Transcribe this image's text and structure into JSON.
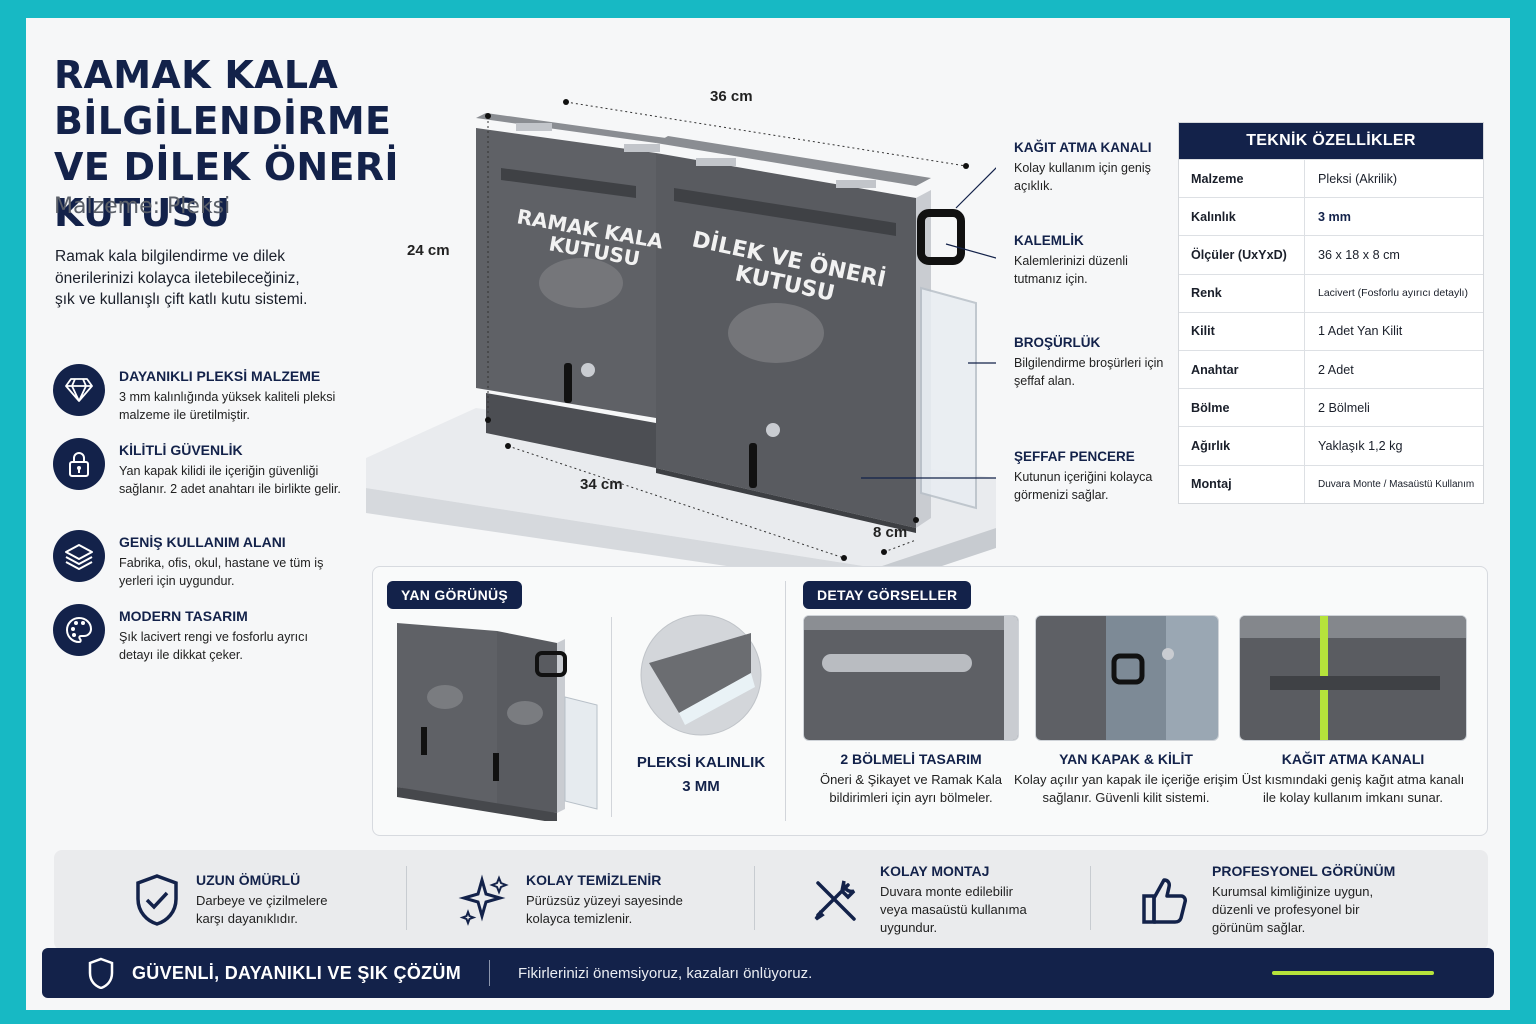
{
  "title": "RAMAK KALA BİLGİLENDİRME VE DİLEK ÖNERİ KUTUSU",
  "material_line": "Malzeme: Pleksi",
  "intro": "Ramak kala bilgilendirme ve dilek önerilerinizi kolayca iletebileceğiniz, şık ve kullanışlı çift katlı kutu sistemi.",
  "features": [
    {
      "icon": "diamond-icon",
      "title": "DAYANIKLI PLEKSİ MALZEME",
      "text": "3 mm kalınlığında yüksek kaliteli pleksi malzeme ile üretilmiştir."
    },
    {
      "icon": "lock-icon",
      "title": "KİLİTLİ GÜVENLİK",
      "text": "Yan kapak kilidi ile içeriğin güvenliği sağlanır. 2 adet anahtarı ile birlikte gelir."
    },
    {
      "icon": "layers-icon",
      "title": "GENİŞ KULLANIM ALANI",
      "text": "Fabrika, ofis, okul, hastane ve tüm iş yerleri için uygundur."
    },
    {
      "icon": "palette-icon",
      "title": "MODERN TASARIM",
      "text": "Şık lacivert rengi ve fosforlu ayrıcı detayı ile dikkat çeker."
    }
  ],
  "product": {
    "left_label_line1": "RAMAK KALA",
    "left_label_line2": "KUTUSU",
    "right_label_line1": "DİLEK VE ÖNERİ",
    "right_label_line2": "KUTUSU",
    "dim_width": "36 cm",
    "dim_height": "24 cm",
    "dim_base": "34 cm",
    "dim_depth": "8 cm"
  },
  "callouts": [
    {
      "title": "KAĞIT ATMA KANALI",
      "text": "Kolay kullanım için geniş açıklık."
    },
    {
      "title": "KALEMLİK",
      "text": "Kalemlerinizi düzenli tutmanız için."
    },
    {
      "title": "BROŞÜRLÜK",
      "text": "Bilgilendirme broşürleri için şeffaf alan."
    },
    {
      "title": "ŞEFFAF PENCERE",
      "text": "Kutunun içeriğini kolayca görmenizi sağlar."
    }
  ],
  "spec": {
    "header": "TEKNİK ÖZELLİKLER",
    "rows": [
      {
        "k": "Malzeme",
        "v": "Pleksi (Akrilik)"
      },
      {
        "k": "Kalınlık",
        "v": "3 mm"
      },
      {
        "k": "Ölçüler (UxYxD)",
        "v": "36 x 18 x 8 cm"
      },
      {
        "k": "Renk",
        "v": "Lacivert (Fosforlu ayırıcı detaylı)"
      },
      {
        "k": "Kilit",
        "v": "1 Adet Yan Kilit"
      },
      {
        "k": "Anahtar",
        "v": "2 Adet"
      },
      {
        "k": "Bölme",
        "v": "2 Bölmeli"
      },
      {
        "k": "Ağırlık",
        "v": "Yaklaşık 1,2 kg"
      },
      {
        "k": "Montaj",
        "v": "Duvara Monte / Masaüstü Kullanım"
      }
    ]
  },
  "side_view": {
    "pill": "YAN GÖRÜNÜŞ",
    "thickness_line1": "PLEKSİ KALINLIK",
    "thickness_line2": "3 MM"
  },
  "details": {
    "pill": "DETAY GÖRSELLER",
    "items": [
      {
        "title": "2 BÖLMELİ TASARIM",
        "text": "Öneri & Şikayet ve Ramak Kala bildirimleri için ayrı bölmeler."
      },
      {
        "title": "YAN KAPAK & KİLİT",
        "text": "Kolay açılır yan kapak ile içeriğe erişim sağlanır. Güvenli kilit sistemi."
      },
      {
        "title": "KAĞIT ATMA KANALI",
        "text": "Üst kısmındaki geniş kağıt atma kanalı ile kolay kullanım imkanı sunar."
      }
    ]
  },
  "benefits": [
    {
      "icon": "shield-check-icon",
      "title": "UZUN ÖMÜRLÜ",
      "text": "Darbeye ve çizilmelere karşı dayanıklıdır."
    },
    {
      "icon": "sparkle-icon",
      "title": "KOLAY TEMİZLENİR",
      "text": "Pürüzsüz yüzeyi sayesinde kolayca temizlenir."
    },
    {
      "icon": "tools-icon",
      "title": "KOLAY MONTAJ",
      "text": "Duvara monte edilebilir veya masaüstü kullanıma uygundur."
    },
    {
      "icon": "thumbs-up-icon",
      "title": "PROFESYONEL GÖRÜNÜM",
      "text": "Kurumsal kimliğinize uygun, düzenli ve profesyonel bir görünüm sağlar."
    }
  ],
  "footer": {
    "title": "GÜVENLİ, DAYANIKLI VE ŞIK ÇÖZÜM",
    "slogan": "Fikirlerinizi önemsiyoruz, kazaları önlüyoruz."
  },
  "colors": {
    "frame": "#17b9c4",
    "navy": "#13224a",
    "accent": "#b6e33b",
    "box_gray": "#5f6166"
  }
}
